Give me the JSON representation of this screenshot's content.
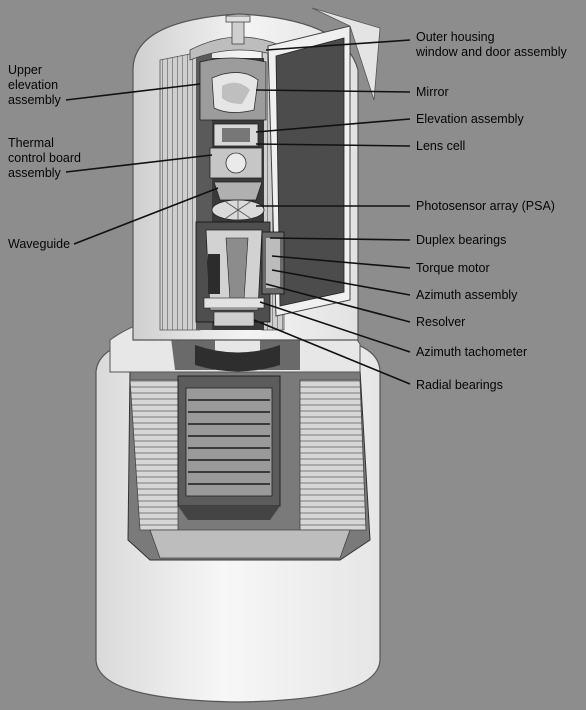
{
  "labels": {
    "upper_elevation": "Upper\nelevation\nassembly",
    "thermal_board": "Thermal\ncontrol board\nassembly",
    "waveguide": "Waveguide",
    "outer_housing": "Outer housing\nwindow and door assembly",
    "mirror": "Mirror",
    "elevation_assembly": "Elevation assembly",
    "lens_cell": "Lens cell",
    "psa": "Photosensor array (PSA)",
    "duplex_bearings": "Duplex bearings",
    "torque_motor": "Torque motor",
    "azimuth_assembly": "Azimuth assembly",
    "resolver": "Resolver",
    "azimuth_tachometer": "Azimuth tachometer",
    "radial_bearings": "Radial bearings"
  }
}
